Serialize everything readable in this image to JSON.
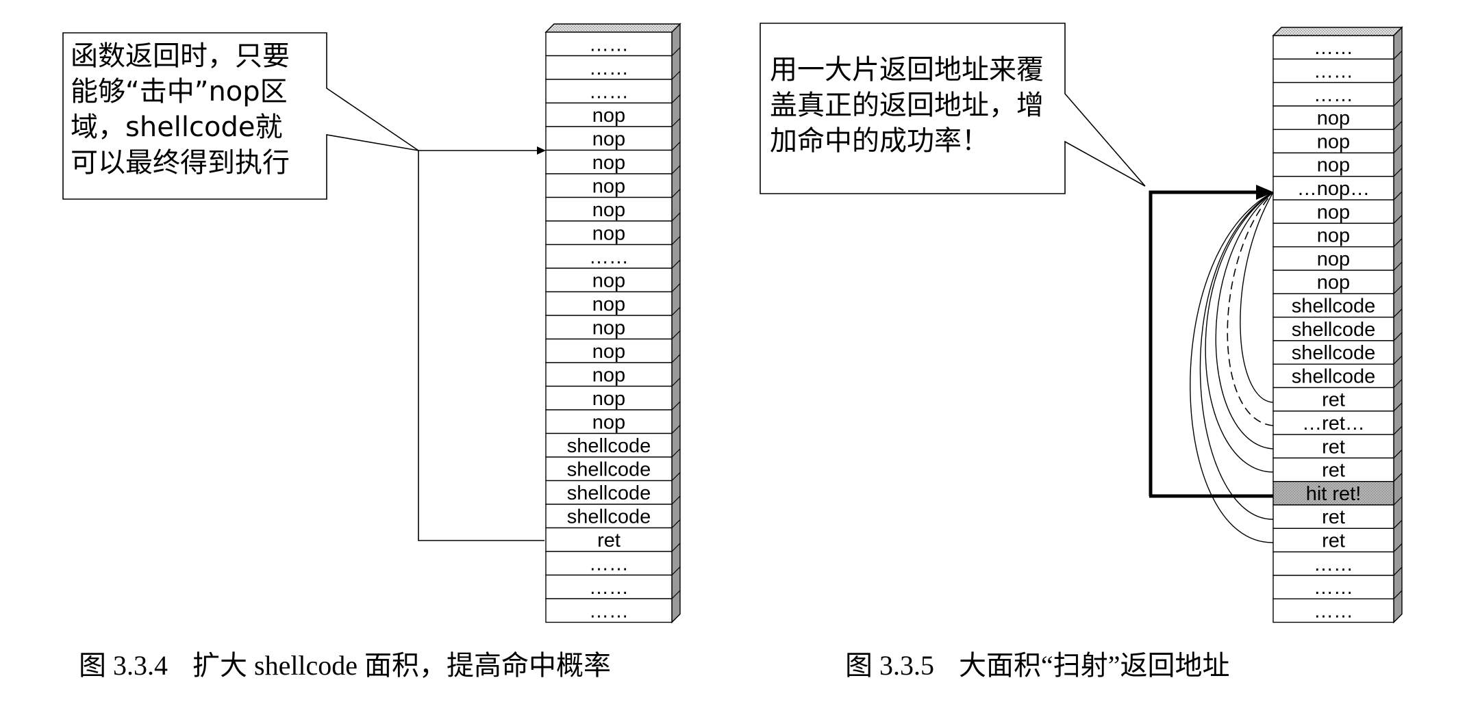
{
  "left_figure": {
    "callout_lines": [
      "函数返回时，只要",
      "能够“击中”nop区",
      "域，shellcode就",
      "可以最终得到执行"
    ],
    "stack_cells": [
      "……",
      "……",
      "……",
      "nop",
      "nop",
      "nop",
      "nop",
      "nop",
      "nop",
      "……",
      "nop",
      "nop",
      "nop",
      "nop",
      "nop",
      "nop",
      "nop",
      "shellcode",
      "shellcode",
      "shellcode",
      "shellcode",
      "ret",
      "……",
      "……",
      "……"
    ],
    "caption_number": "图 3.3.4",
    "caption_text": "扩大 shellcode 面积，提高命中概率"
  },
  "right_figure": {
    "callout_lines": [
      "用一大片返回地址来覆",
      "盖真正的返回地址，增",
      "加命中的成功率！"
    ],
    "stack_cells": [
      "……",
      "……",
      "……",
      "nop",
      "nop",
      "nop",
      "…nop…",
      "nop",
      "nop",
      "nop",
      "nop",
      "shellcode",
      "shellcode",
      "shellcode",
      "shellcode",
      "ret",
      "…ret…",
      "ret",
      "ret",
      "hit ret!",
      "ret",
      "ret",
      "……",
      "……",
      "……"
    ],
    "highlight_index": 19,
    "caption_number": "图 3.3.5",
    "caption_text": "大面积“扫射”返回地址"
  }
}
